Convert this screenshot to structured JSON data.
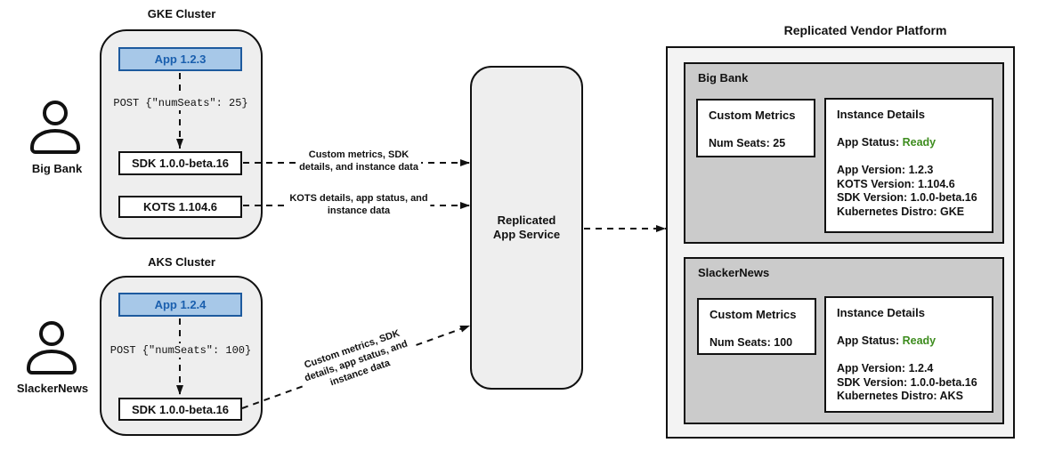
{
  "colors": {
    "app-fill": "#a7c8e8",
    "app-border": "#1d5a9e",
    "app-text": "#1a5fae",
    "ready-green": "#3d8c1e",
    "cluster-fill": "#eeeeee",
    "panel-fill": "#f3f3f3",
    "customer-fill": "#cbcbcb",
    "line-color": "#111111"
  },
  "users": [
    {
      "name": "Big Bank"
    },
    {
      "name": "SlackerNews"
    }
  ],
  "clusters": [
    {
      "title": "GKE Cluster",
      "app": "App 1.2.3",
      "post": "POST {\"numSeats\": 25}",
      "sdk": "SDK 1.0.0-beta.16",
      "kots": "KOTS 1.104.6"
    },
    {
      "title": "AKS Cluster",
      "app": "App 1.2.4",
      "post": "POST {\"numSeats\": 100}",
      "sdk": "SDK 1.0.0-beta.16"
    }
  ],
  "service": {
    "line1": "Replicated",
    "line2": "App Service"
  },
  "arrow_labels": {
    "sdk": [
      "Custom metrics, SDK",
      "details, and instance data"
    ],
    "kots": [
      "KOTS details, app status, and",
      "instance data"
    ],
    "aks_sdk": [
      "Custom metrics, SDK",
      "details, app status, and",
      "instance data"
    ]
  },
  "vendor": {
    "title": "Replicated Vendor Platform",
    "customers": [
      {
        "name": "Big Bank",
        "metrics_title": "Custom Metrics",
        "metrics_value": "Num Seats: 25",
        "details_title": "Instance Details",
        "status_label": "App Status: ",
        "status_value": "Ready",
        "lines": [
          "App Version: 1.2.3",
          "KOTS Version: 1.104.6",
          "SDK Version: 1.0.0-beta.16",
          "Kubernetes Distro: GKE"
        ]
      },
      {
        "name": "SlackerNews",
        "metrics_title": "Custom Metrics",
        "metrics_value": "Num Seats: 100",
        "details_title": "Instance Details",
        "status_label": "App Status: ",
        "status_value": "Ready",
        "lines": [
          "App Version: 1.2.4",
          "SDK Version: 1.0.0-beta.16",
          "Kubernetes Distro: AKS"
        ]
      }
    ]
  }
}
